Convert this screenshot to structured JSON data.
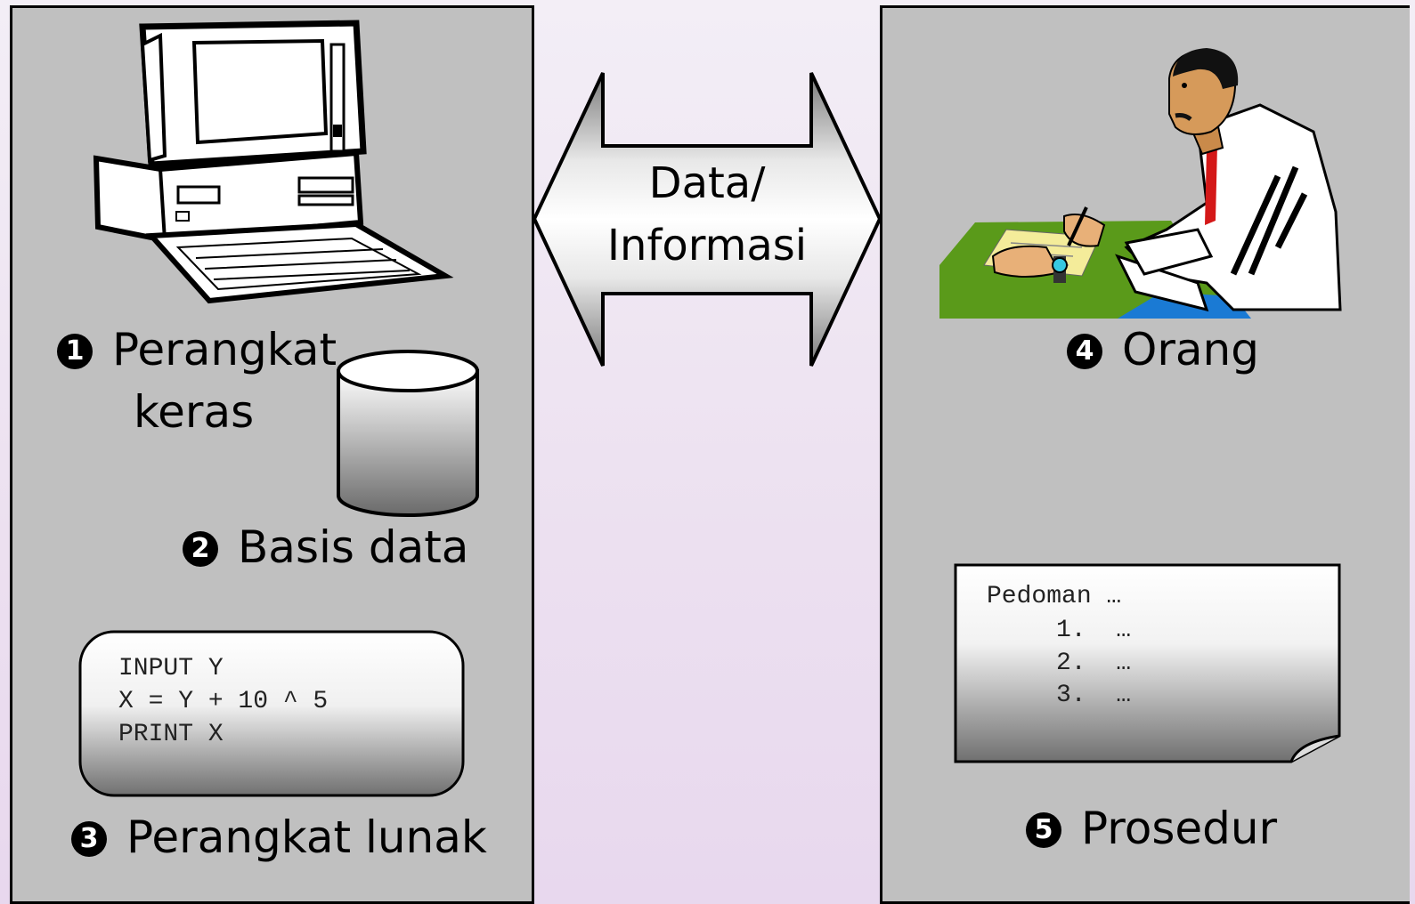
{
  "left_panel": {
    "hardware": {
      "number": "1",
      "line1": "Perangkat",
      "line2": "keras",
      "icon": "computer-icon"
    },
    "database": {
      "number": "2",
      "label": "Basis data",
      "icon": "database-cylinder-icon"
    },
    "software": {
      "number": "3",
      "label": "Perangkat lunak",
      "code_lines": [
        "INPUT Y",
        "X = Y + 10 ^ 5",
        "PRINT X"
      ]
    }
  },
  "center": {
    "arrow_line1": "Data/",
    "arrow_line2": "Informasi"
  },
  "right_panel": {
    "people": {
      "number": "4",
      "label": "Orang",
      "icon": "person-writing-icon"
    },
    "procedure": {
      "number": "5",
      "label": "Prosedur",
      "doc_title": "Pedoman …",
      "doc_items": [
        "1.  …",
        "2.  …",
        "3.  …"
      ]
    }
  },
  "colors": {
    "panel": "#c0c0c0",
    "background": "#f0e8f4",
    "desk": "#5a9a1a",
    "tie": "#d41818"
  }
}
